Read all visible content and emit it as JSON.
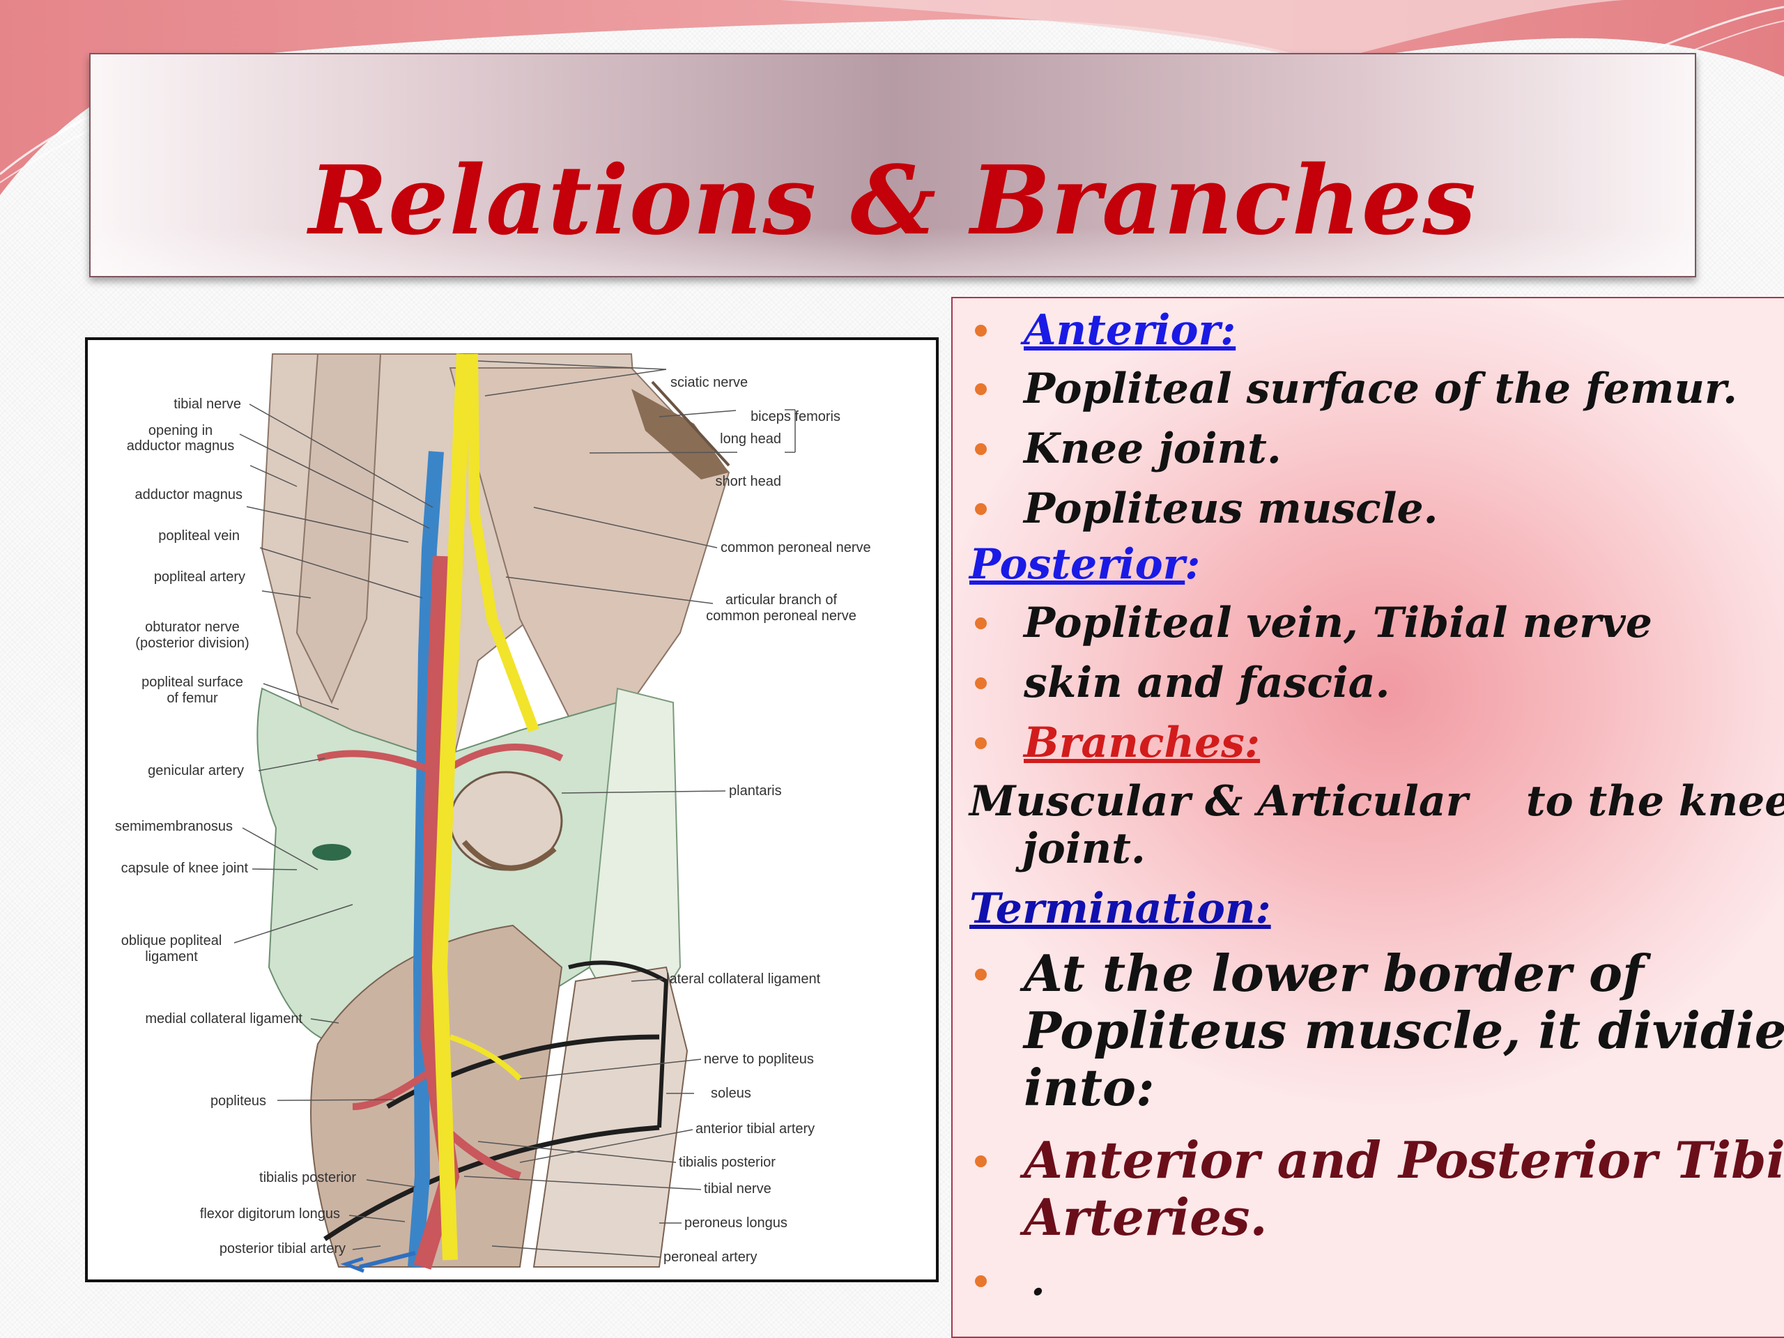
{
  "slide": {
    "title": "Relations & Branches"
  },
  "figure": {
    "labels_left": [
      "tibial nerve",
      "opening in",
      "adductor magnus",
      "adductor magnus",
      "popliteal vein",
      "popliteal artery",
      "obturator nerve",
      "(posterior division)",
      "popliteal surface",
      "of femur",
      "genicular artery",
      "semimembranosus",
      "capsule of knee joint",
      "oblique popliteal",
      "ligament",
      "medial collateral ligament",
      "popliteus",
      "tibialis posterior",
      "flexor digitorum longus",
      "posterior tibial artery"
    ],
    "labels_right": [
      "sciatic nerve",
      "biceps femoris",
      "long head",
      "short head",
      "common peroneal nerve",
      "articular branch of",
      "common peroneal nerve",
      "plantaris",
      "lateral collateral ligament",
      "nerve to popliteus",
      "soleus",
      "anterior tibial artery",
      "tibialis posterior",
      "tibial nerve",
      "peroneus longus",
      "peroneal artery"
    ]
  },
  "content": {
    "anterior_heading": "Anterior:",
    "anterior_items": [
      "Popliteal surface of the femur.",
      "Knee joint.",
      "Popliteus muscle."
    ],
    "posterior_heading": "Posterior",
    "posterior_colon": ":",
    "posterior_items": [
      "Popliteal vein, Tibial nerve",
      "skin and fascia."
    ],
    "branches_heading": "Branches:",
    "branches_line1": "Muscular & Articular    to the knee",
    "branches_line2": "joint.",
    "termination_heading": "Termination:",
    "termination_text": [
      "At the lower border of",
      "Popliteus muscle, it dividies",
      "into:"
    ],
    "termination_result": [
      "Anterior and Posterior Tibial",
      "Arteries."
    ],
    "trailing_bullet": "."
  },
  "colors": {
    "title": "#c4000a",
    "heading_blue": "#1a1ae6",
    "heading_red": "#d21c1c",
    "bullet": "#e8762d",
    "result_text": "#6a0f1a"
  }
}
